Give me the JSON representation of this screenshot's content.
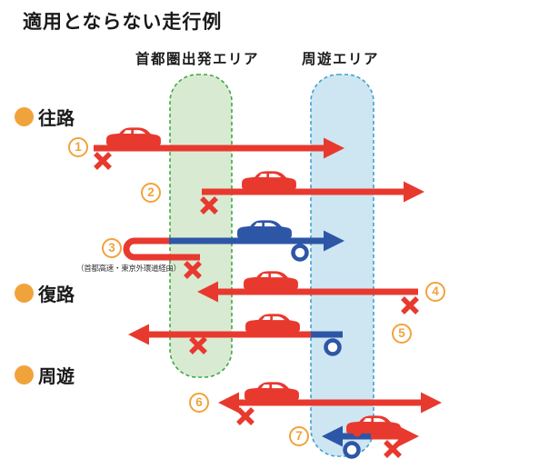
{
  "title": "適用とならない走行例",
  "zones": {
    "departure": {
      "label": "首都圏出発エリア",
      "fill": "#d9ead2",
      "border": "#3faa46"
    },
    "tour": {
      "label": "周遊エリア",
      "fill": "#cde6f2",
      "border": "#44a0cf"
    }
  },
  "sections": {
    "outbound": {
      "label": "往路"
    },
    "inbound": {
      "label": "復路"
    },
    "tour": {
      "label": "周遊"
    }
  },
  "examples": {
    "e1": {
      "number": "1",
      "arrow": "red right, starts before departure area, ends inside tour area",
      "mark": "ng"
    },
    "e2": {
      "number": "2",
      "arrow": "red right, starts inside departure area, ends beyond tour area",
      "mark": "ng"
    },
    "e3": {
      "number": "3",
      "note": "（首都高速・東京外環道経由）",
      "arrow": "blue right into tour area with red U-turn back before departure area",
      "mark": "ng-and-ok"
    },
    "e4": {
      "number": "4",
      "arrow": "red left, starts beyond tour area, ends inside departure area",
      "mark": "ng"
    },
    "e5": {
      "number": "5",
      "arrow": "red left from tour area (blue segment) past departure area",
      "mark": "ng-and-ok"
    },
    "e6": {
      "number": "6",
      "arrow": "red double-headed through tour area",
      "mark": "ng"
    },
    "e7": {
      "number": "7",
      "arrow": "blue left inside tour area plus red right leaving tour area",
      "mark": "ng-and-ok"
    }
  },
  "marks": {
    "ng": "×",
    "ok": "○"
  },
  "colors": {
    "red": "#e8392f",
    "blue": "#2e56a6",
    "orange": "#f1a33b",
    "text": "#1a1a1a",
    "zone_green_fill": "#d9ead2",
    "zone_green_border": "#3faa46",
    "zone_blue_fill": "#cde6f2",
    "zone_blue_border": "#44a0cf"
  }
}
